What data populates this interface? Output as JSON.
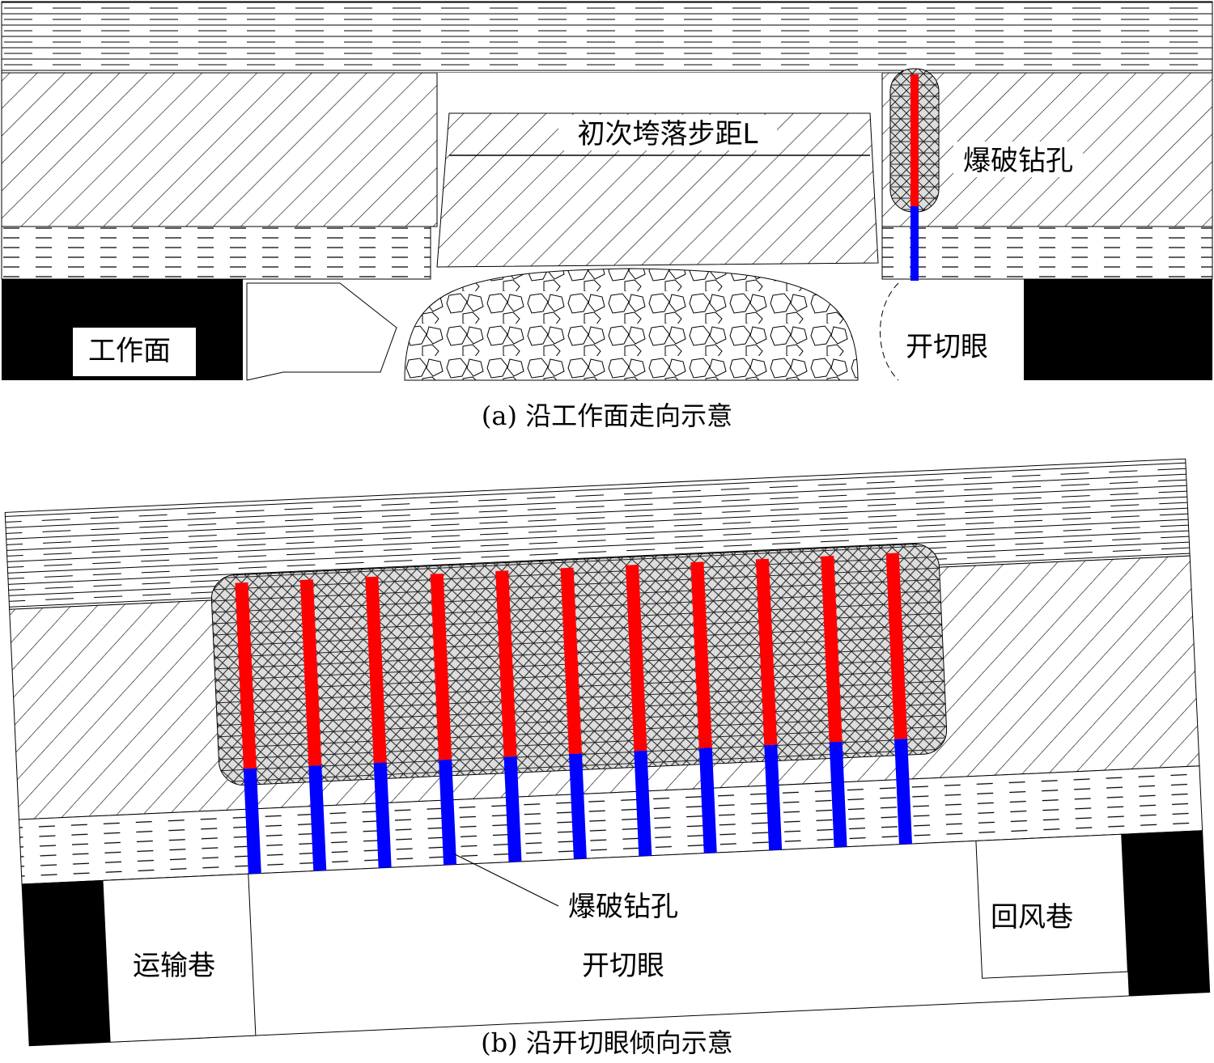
{
  "panel_a": {
    "caption": "(a)  沿工作面走向示意",
    "span_label": "初次垮落步距L",
    "drill_label": "爆破钻孔",
    "face_label": "工作面",
    "cut_label": "开切眼"
  },
  "panel_b": {
    "caption": "(b)  沿开切眼倾向示意",
    "drill_label": "爆破钻孔",
    "haul_label": "运输巷",
    "cut_label": "开切眼",
    "return_label": "回风巷",
    "hole_count": 11
  },
  "colors": {
    "charge": "#ff0000",
    "stemming": "#0000ff",
    "pillar": "#000000"
  }
}
